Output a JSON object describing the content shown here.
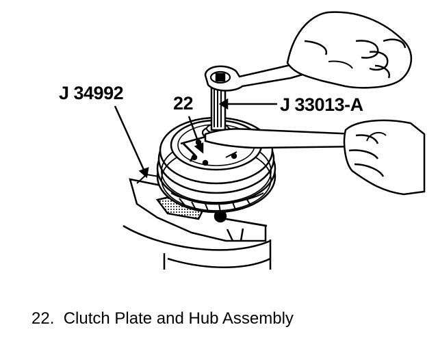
{
  "figure": {
    "callouts": {
      "tool_left": "J 34992",
      "part_number": "22",
      "tool_right": "J 33013-A"
    },
    "caption": {
      "number": "22.",
      "text": "Clutch Plate and Hub Assembly"
    }
  }
}
